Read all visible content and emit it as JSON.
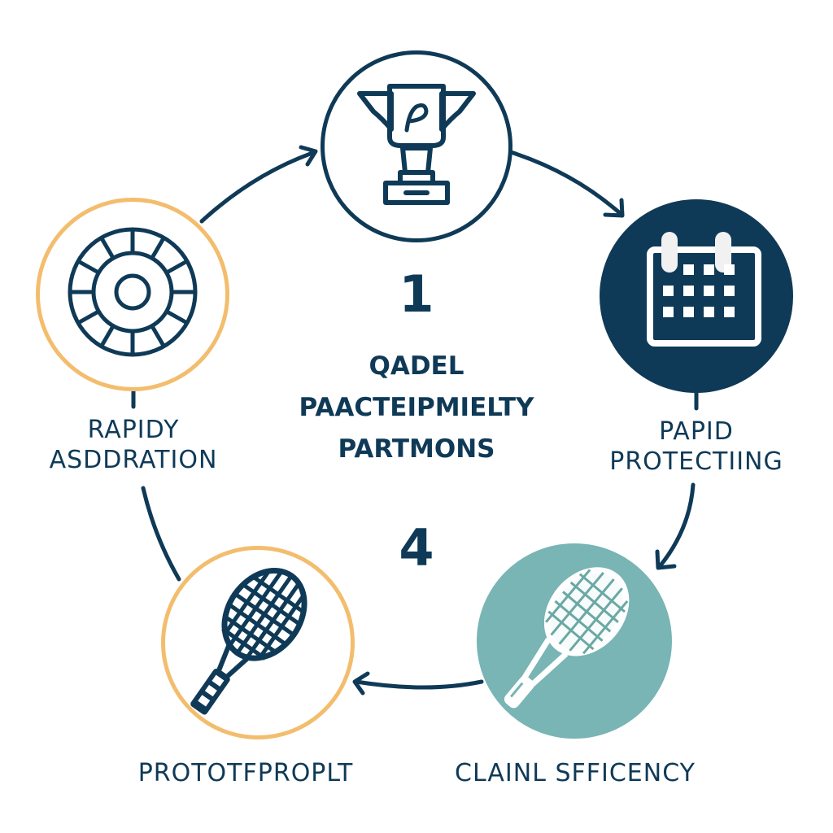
{
  "colors": {
    "navy": "#0f3a57",
    "orange": "#f3bd6e",
    "teal": "#78b5b4",
    "white": "#ffffff"
  },
  "center": {
    "number_top": "1",
    "title_lines": [
      "QADEL",
      "PAACTEIPMIELTY",
      "PARTMONS"
    ],
    "number_bottom": "4"
  },
  "nodes": [
    {
      "id": "top",
      "icon": "trophy-icon",
      "style": "navy-outline",
      "label_lines": []
    },
    {
      "id": "right",
      "icon": "calendar-icon",
      "style": "navy-filled",
      "label_lines": [
        "PAPID",
        "PROTECTIING"
      ]
    },
    {
      "id": "bottom-right",
      "icon": "tennis-racket-icon",
      "style": "teal-filled",
      "label_lines": [
        "CLAINL SFFICENCY"
      ]
    },
    {
      "id": "bottom-left",
      "icon": "padel-racket-icon",
      "style": "orange-outline",
      "label_lines": [
        "PROTOTFPROPLT"
      ]
    },
    {
      "id": "left",
      "icon": "wheel-icon",
      "style": "orange-outline",
      "label_lines": [
        "RAPIDY",
        "ASDDRATION"
      ]
    }
  ]
}
